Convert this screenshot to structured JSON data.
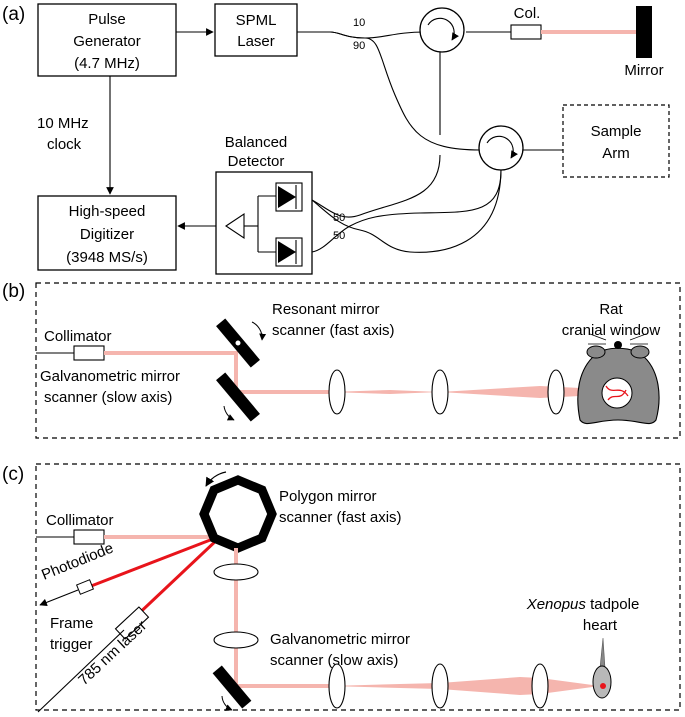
{
  "panels": {
    "a": "(a)",
    "b": "(b)",
    "c": "(c)"
  },
  "panel_a": {
    "pulse_generator": [
      "Pulse",
      "Generator",
      "(4.7 MHz)"
    ],
    "laser": [
      "SPML",
      "Laser"
    ],
    "clock": [
      "10 MHz",
      "clock"
    ],
    "detector": [
      "Balanced",
      "Detector"
    ],
    "digitizer": [
      "High-speed",
      "Digitizer",
      "(3948 MS/s)"
    ],
    "sample_arm": [
      "Sample",
      "Arm"
    ],
    "collimator": "Col.",
    "mirror": "Mirror",
    "split_top": [
      "10",
      "90"
    ],
    "split_bottom": [
      "50",
      "50"
    ]
  },
  "panel_b": {
    "collimator": "Collimator",
    "resonant": [
      "Resonant mirror",
      "scanner (fast axis)"
    ],
    "galvo": [
      "Galvanometric mirror",
      "scanner (slow axis)"
    ],
    "sample": [
      "Rat",
      "cranial window"
    ]
  },
  "panel_c": {
    "collimator": "Collimator",
    "polygon": [
      "Polygon mirror",
      "scanner (fast axis)"
    ],
    "photodiode": "Photodiode",
    "trigger": [
      "Frame",
      "trigger"
    ],
    "laser785": "785 nm laser",
    "galvo": [
      "Galvanometric mirror",
      "scanner (slow axis)"
    ],
    "sample_italic": "Xenopus",
    "sample_rest": " tadpole",
    "sample_line2": "heart"
  },
  "colors": {
    "beam": "#f5b5ae",
    "laser": "#e8141b",
    "rat": "#8a8a8a"
  }
}
